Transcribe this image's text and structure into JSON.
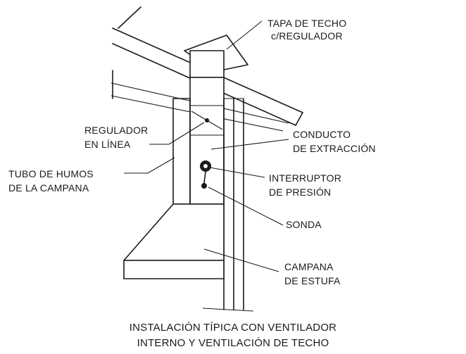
{
  "labels": {
    "roof_cap": [
      "TAPA DE TECHO",
      "c/REGULADOR"
    ],
    "inline_damper": [
      "REGULADOR",
      "EN LÍNEA"
    ],
    "exhaust_duct": [
      "CONDUCTO",
      "DE EXTRACCIÓN"
    ],
    "hood_flue": [
      "TUBO DE HUMOS",
      "DE LA CAMPANA"
    ],
    "pressure_switch": [
      "INTERRUPTOR",
      "DE PRESIÓN"
    ],
    "probe": "SONDA",
    "stove_hood": [
      "CAMPANA",
      "DE ESTUFA"
    ]
  },
  "caption": [
    "INSTALACIÓN TÍPICA CON VENTILADOR",
    "INTERNO Y VENTILACIÓN DE TECHO"
  ]
}
